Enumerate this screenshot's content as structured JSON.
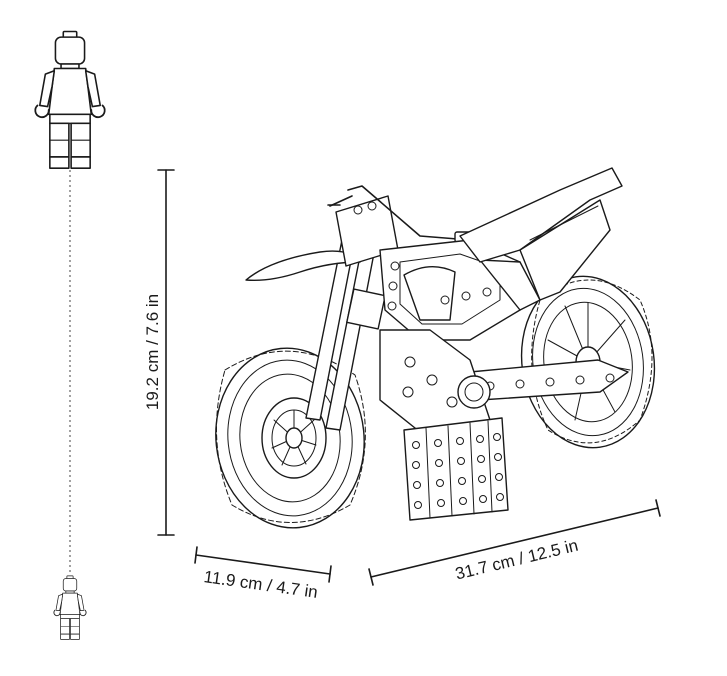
{
  "dimensions": {
    "height": "19.2 cm / 7.6 in",
    "width": "11.9 cm / 4.7 in",
    "length": "31.7 cm / 12.5 in"
  },
  "icons": {
    "large_figure": "minifigure-icon",
    "small_figure": "minifigure-icon",
    "model": "motorcycle-model-illustration"
  }
}
